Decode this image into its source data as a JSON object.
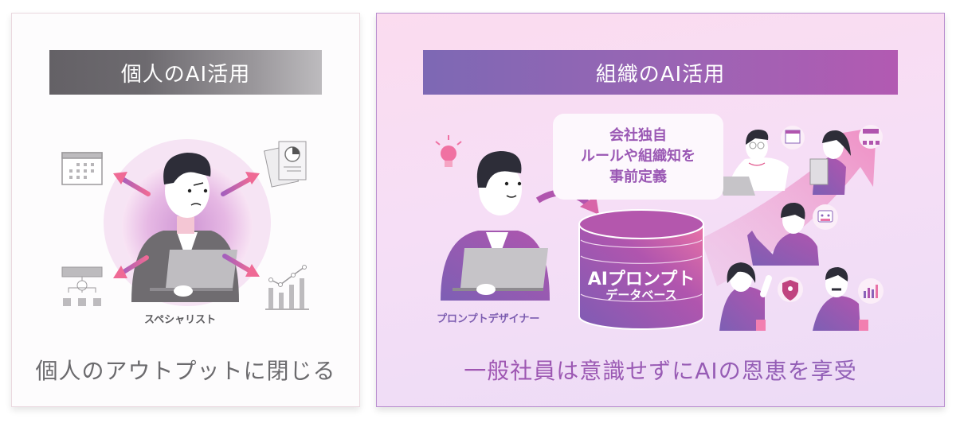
{
  "left_panel": {
    "title": "個人のAI活用",
    "person_label": "スペシャリスト",
    "caption": "個人のアウトプットに閉じる",
    "icons": [
      "calendar-icon",
      "document-chart-icon",
      "org-chart-icon",
      "bar-line-chart-icon"
    ],
    "colors": {
      "header_start": "#646166",
      "header_end": "#bdbbbe",
      "caption": "#6b6a6d",
      "arrow": "#e8638f"
    }
  },
  "right_panel": {
    "title": "組織のAI活用",
    "bubble": {
      "line1": "会社独自",
      "line2": "ルールや組織知を",
      "line3": "事前定義"
    },
    "database": {
      "line1": "AIプロンプト",
      "line2": "データベース"
    },
    "designer_label": "プロンプトデザイナー",
    "caption": "一般社員は意識せずにAIの恩恵を享受",
    "icons": [
      "lightbulb-icon",
      "calendar-icon",
      "org-chart-icon",
      "robot-icon",
      "shield-lock-icon",
      "bar-chart-icon"
    ],
    "colors": {
      "header_start": "#7d68b4",
      "header_end": "#b25ab2",
      "caption": "#9a58b4",
      "accent_pink": "#ee7fb4"
    }
  }
}
